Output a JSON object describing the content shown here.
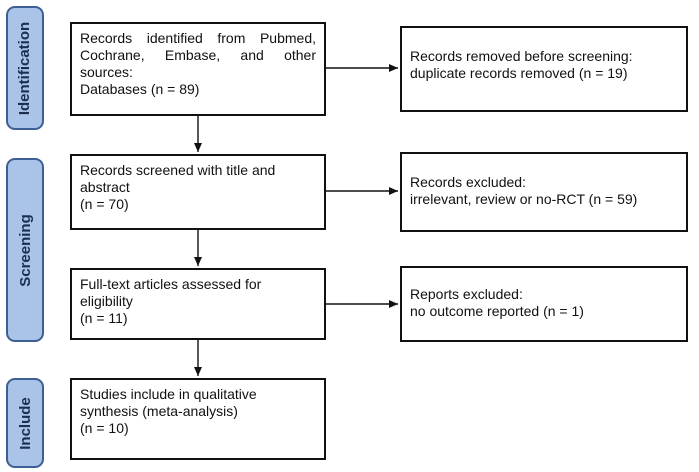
{
  "phases": {
    "identification": "Identification",
    "screening": "Screening",
    "include": "Include"
  },
  "boxes": {
    "identified": {
      "lines": [
        "Records identified from Pubmed,",
        "Cochrane, Embase, and other",
        "sources:",
        "Databases (n = 89)"
      ]
    },
    "removed": {
      "lines": [
        "Records removed before screening:",
        "duplicate records removed  (n = 19)"
      ]
    },
    "screened": {
      "lines": [
        "Records screened with title and",
        "abstract",
        "(n = 70)"
      ]
    },
    "excluded": {
      "lines": [
        "Records excluded:",
        "irrelevant, review or no-RCT (n = 59)"
      ]
    },
    "fulltext": {
      "lines": [
        "Full-text articles assessed for",
        "eligibility",
        "(n = 11)"
      ]
    },
    "reports_excluded": {
      "lines": [
        "Reports excluded:",
        "no outcome reported (n = 1)"
      ]
    },
    "included": {
      "lines": [
        "Studies include in qualitative",
        "synthesis (meta-analysis)",
        "(n = 10)"
      ]
    }
  }
}
